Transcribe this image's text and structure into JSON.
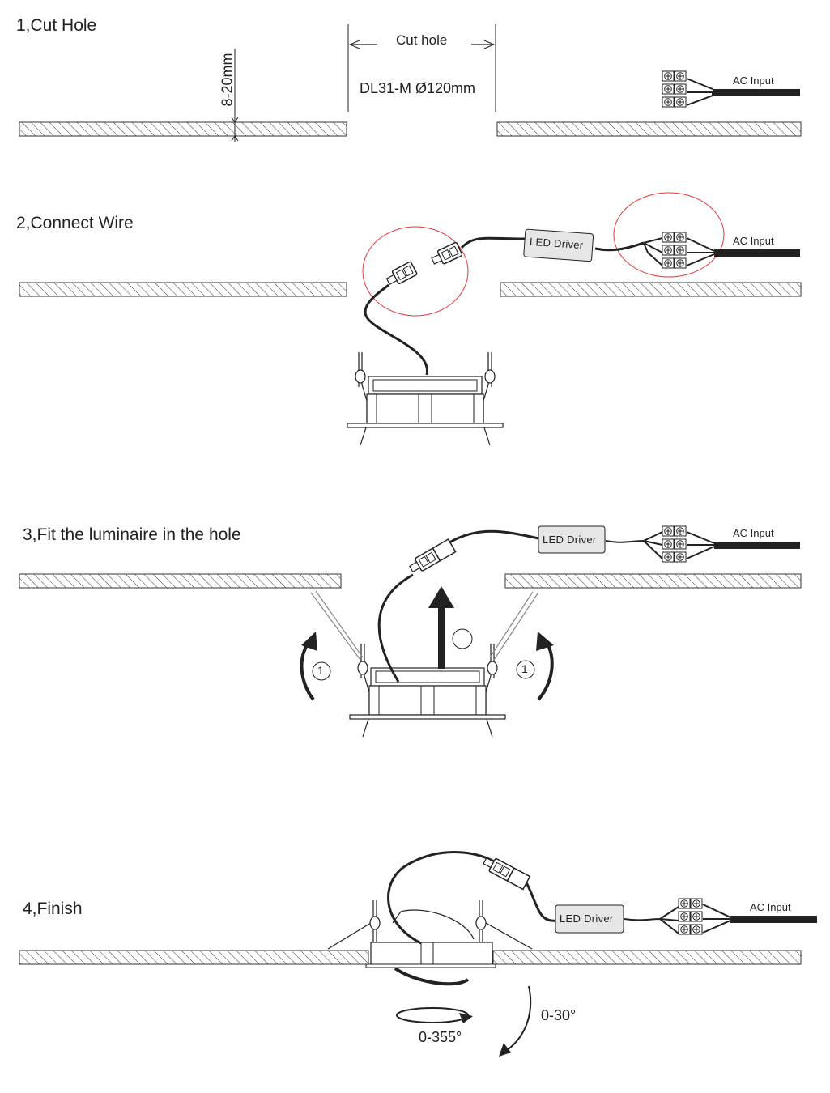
{
  "steps": {
    "step1": {
      "title": "1,Cut Hole",
      "thickness": "8-20mm",
      "cut_hole": "Cut hole",
      "model": "DL31-M Ø120mm",
      "ac_input": "AC Input"
    },
    "step2": {
      "title": "2,Connect Wire",
      "driver": "LED Driver",
      "ac_input": "AC Input"
    },
    "step3": {
      "title": "3,Fit the luminaire in the hole",
      "driver": "LED Driver",
      "ac_input": "AC Input",
      "marker": "1"
    },
    "step4": {
      "title": "4,Finish",
      "driver": "LED Driver",
      "ac_input": "AC Input",
      "rotation": "0-355°",
      "tilt": "0-30°"
    }
  },
  "colors": {
    "ink": "#222222",
    "highlight": "#e23b3b",
    "driver_fill": "#e6e6e6"
  }
}
